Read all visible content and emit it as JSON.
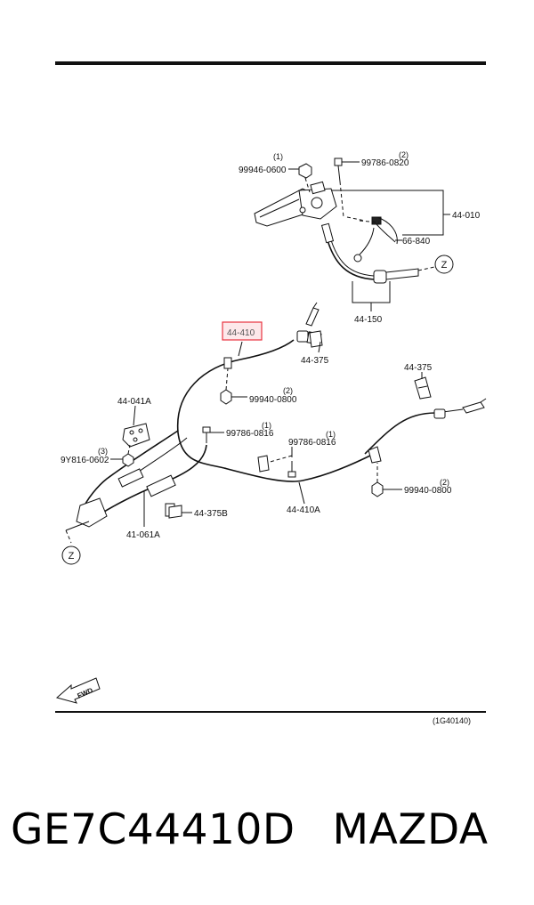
{
  "diagram": {
    "code": "(1G40140)",
    "fwd": "FWD",
    "zone_marker": "Z",
    "labels": [
      {
        "id": "p99946",
        "text": "99946-0600",
        "qty": "(1)"
      },
      {
        "id": "p99786_0820",
        "text": "99786-0820",
        "qty": "(2)"
      },
      {
        "id": "p44010",
        "text": "44-010"
      },
      {
        "id": "p66840",
        "text": "66-840"
      },
      {
        "id": "p44150",
        "text": "44-150"
      },
      {
        "id": "p44410",
        "text": "44-410",
        "highlighted": true
      },
      {
        "id": "p44375a",
        "text": "44-375"
      },
      {
        "id": "p44375b",
        "text": "44-375"
      },
      {
        "id": "p99940a",
        "text": "99940-0800",
        "qty": "(2)"
      },
      {
        "id": "p44041a",
        "text": "44-041A"
      },
      {
        "id": "p99786_0816a",
        "text": "99786-0816",
        "qty": "(1)"
      },
      {
        "id": "p99786_0816b",
        "text": "99786-0816",
        "qty": "(1)"
      },
      {
        "id": "p9y816",
        "text": "9Y816-0602",
        "qty": "(3)"
      },
      {
        "id": "p44410a",
        "text": "44-410A"
      },
      {
        "id": "p99940b",
        "text": "99940-0800",
        "qty": "(2)"
      },
      {
        "id": "p41061a",
        "text": "41-061A"
      },
      {
        "id": "p44375b2",
        "text": "44-375B"
      }
    ]
  },
  "footer": {
    "part_number": "GE7C44410D",
    "brand": "MAZDA"
  },
  "colors": {
    "highlight_border": "#e8333f",
    "highlight_fill": "#fde8ea",
    "line": "#111111"
  }
}
